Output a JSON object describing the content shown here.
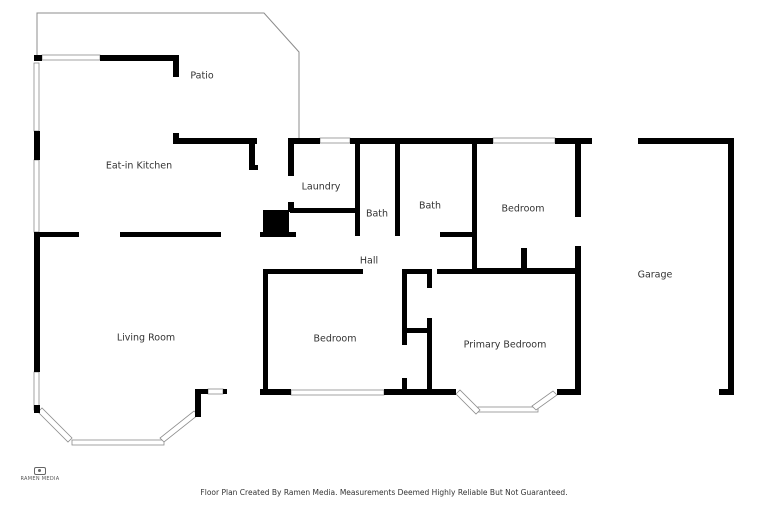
{
  "rooms": {
    "patio": "Patio",
    "kitchen": "Eat-in Kitchen",
    "laundry": "Laundry",
    "bath1": "Bath",
    "bath2": "Bath",
    "bedroom_ne": "Bedroom",
    "hall": "Hall",
    "garage": "Garage",
    "living": "Living Room",
    "bedroom_s": "Bedroom",
    "primary": "Primary Bedroom"
  },
  "logo": {
    "text": "RAMEN MEDIA",
    "icon": "camera-icon"
  },
  "footer": {
    "disclaimer": "Floor Plan Created By Ramen Media. Measurements Deemed Highly Reliable But Not Guaranteed."
  },
  "colors": {
    "wall": "#000000",
    "window": "#9a9a9a",
    "outline": "#8c8c8c",
    "text": "#333333"
  }
}
